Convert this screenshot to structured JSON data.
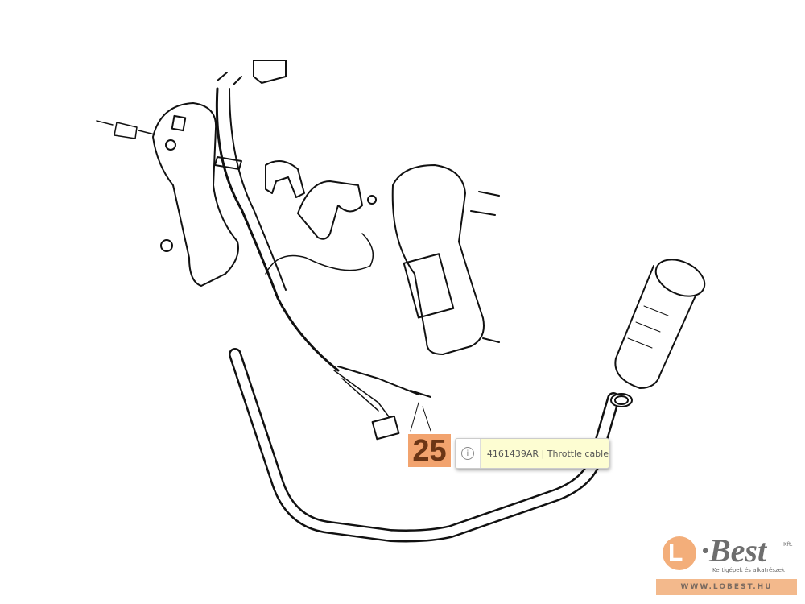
{
  "callout": {
    "number": "25"
  },
  "tooltip": {
    "icon": "info-icon",
    "icon_glyph": "i",
    "text": "4161439AR | Throttle cable"
  },
  "logo": {
    "mark": "L",
    "brand": "·Best",
    "suffix": "Kft.",
    "tagline": "Kertigépek és alkatrészek",
    "url": "WWW.LOBEST.HU"
  },
  "colors": {
    "callout_bg": "#f2a36e",
    "callout_text": "#6b3515",
    "tooltip_bg": "#fdfdd2",
    "logo_accent": "#f3ae7a"
  }
}
